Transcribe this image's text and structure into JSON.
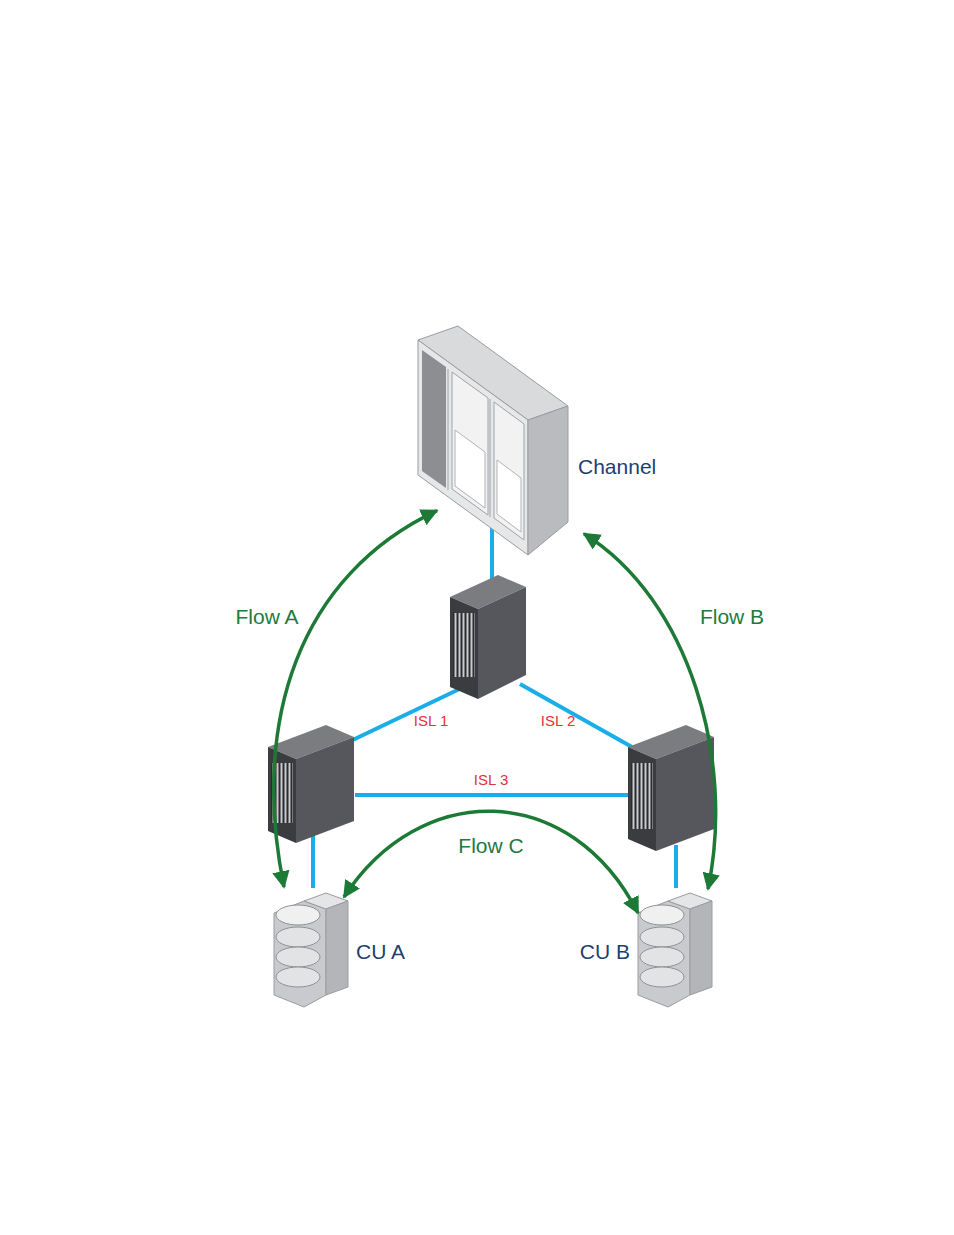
{
  "diagram": {
    "nodes": [
      {
        "text": [
          "Channel"
        ]
      },
      {
        "text": [
          "CU A"
        ]
      },
      {
        "text": [
          "CU B"
        ]
      }
    ],
    "edges": [
      {
        "from": 0,
        "to": 1,
        "label": "Flow A",
        "arrow": "both"
      },
      {
        "from": 0,
        "to": 2,
        "label": "Flow B",
        "arrow": "both"
      },
      {
        "from": 1,
        "to": 2,
        "label": "Flow C",
        "arrow": "both"
      }
    ],
    "labels": [
      "ISL 1",
      "ISL 2",
      "ISL 3"
    ]
  }
}
